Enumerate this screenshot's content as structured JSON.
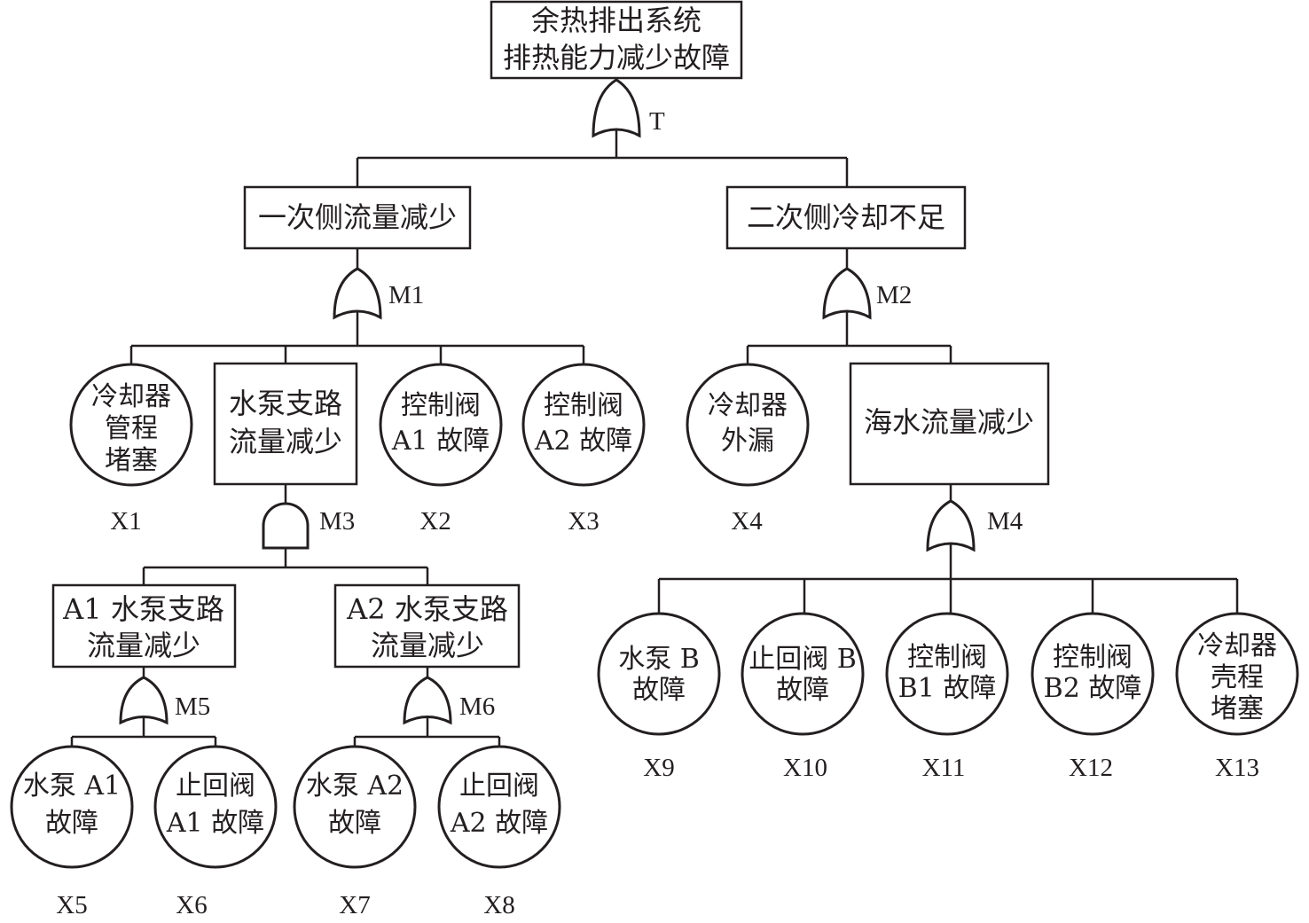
{
  "top_event": {
    "lines": [
      "余热排出系统",
      "排热能力减少故障"
    ],
    "gate_label": "T"
  },
  "m1": {
    "text": "一次侧流量减少",
    "gate_label": "M1"
  },
  "m2": {
    "text": "二次侧冷却不足",
    "gate_label": "M2"
  },
  "m3": {
    "lines": [
      "水泵支路",
      "流量减少"
    ],
    "gate_label": "M3"
  },
  "m4": {
    "text": "海水流量减少",
    "gate_label": "M4"
  },
  "m5": {
    "lines": [
      "A1 水泵支路",
      "流量减少"
    ],
    "gate_label": "M5"
  },
  "m6": {
    "lines": [
      "A2 水泵支路",
      "流量减少"
    ],
    "gate_label": "M6"
  },
  "x1": {
    "lines": [
      "冷却器",
      "管程",
      "堵塞"
    ],
    "label": "X1"
  },
  "x2": {
    "lines": [
      "控制阀",
      "A1 故障"
    ],
    "label": "X2"
  },
  "x3": {
    "lines": [
      "控制阀",
      "A2 故障"
    ],
    "label": "X3"
  },
  "x4": {
    "lines": [
      "冷却器",
      "外漏"
    ],
    "label": "X4"
  },
  "x5": {
    "lines": [
      "水泵 A1",
      "故障"
    ],
    "label": "X5"
  },
  "x6": {
    "lines": [
      "止回阀",
      "A1 故障"
    ],
    "label": "X6"
  },
  "x7": {
    "lines": [
      "水泵 A2",
      "故障"
    ],
    "label": "X7"
  },
  "x8": {
    "lines": [
      "止回阀",
      "A2 故障"
    ],
    "label": "X8"
  },
  "x9": {
    "lines": [
      "水泵 B",
      "故障"
    ],
    "label": "X9"
  },
  "x10": {
    "lines": [
      "止回阀 B",
      "故障"
    ],
    "label": "X10"
  },
  "x11": {
    "lines": [
      "控制阀",
      "B1 故障"
    ],
    "label": "X11"
  },
  "x12": {
    "lines": [
      "控制阀",
      "B2 故障"
    ],
    "label": "X12"
  },
  "x13": {
    "lines": [
      "冷却器",
      "壳程",
      "堵塞"
    ],
    "label": "X13"
  }
}
